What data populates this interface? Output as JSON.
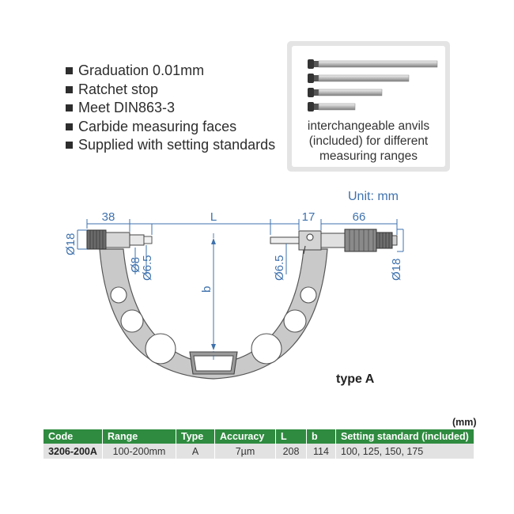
{
  "features": [
    "Graduation 0.01mm",
    "Ratchet stop",
    "Meet DIN863-3",
    "Carbide measuring faces",
    "Supplied with setting standards"
  ],
  "anvil_box": {
    "caption": "interchangeable anvils\n(included) for different\nmeasuring ranges"
  },
  "drawing": {
    "unit": "Unit: mm",
    "dims": {
      "left_len": "38",
      "L": "L",
      "spindle_len": "17",
      "right_len": "66",
      "dia18_left": "Ø18",
      "dia8": "Ø8",
      "dia65_left": "Ø6.5",
      "dia65_right": "Ø6.5",
      "dia18_right": "Ø18",
      "b": "b"
    },
    "type_label": "type A"
  },
  "table": {
    "unit_note": "(mm)",
    "headers": [
      "Code",
      "Range",
      "Type",
      "Accuracy",
      "L",
      "b",
      "Setting standard (included)"
    ],
    "rows": [
      [
        "3206-200A",
        "100-200mm",
        "A",
        "7µm",
        "208",
        "114",
        "100, 125, 150, 175"
      ]
    ]
  },
  "colors": {
    "dimension_blue": "#3f72ad",
    "table_header_green": "#2e8b3f",
    "frame_gray": "#c8c8c8"
  }
}
